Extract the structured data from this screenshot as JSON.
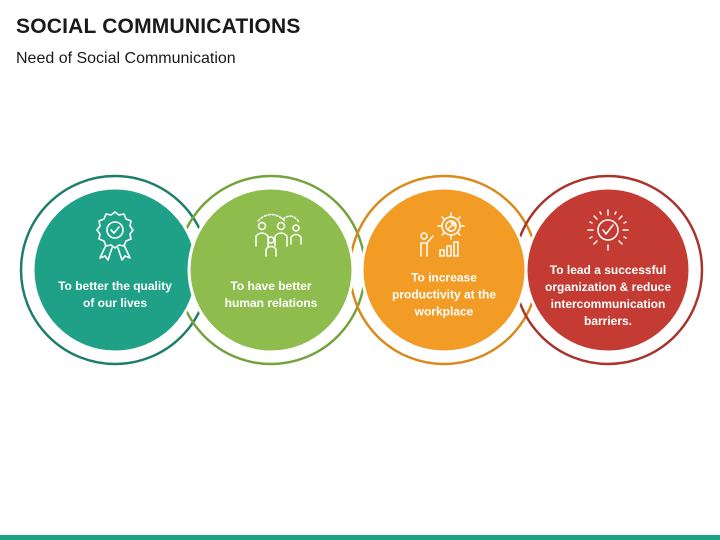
{
  "header": {
    "title": "SOCIAL COMMUNICATIONS",
    "subtitle": "Need of Social Communication"
  },
  "colors": {
    "teal": "#1fa187",
    "teal_ring": "#1d7f68",
    "green": "#8ebd4e",
    "green_ring": "#74a23c",
    "orange": "#f29b25",
    "orange_ring": "#d98a1a",
    "red": "#c33b32",
    "red_ring": "#a8342c",
    "bottom_bar": "#1fa187"
  },
  "items": [
    {
      "label": "To better the quality of our lives",
      "icon": "award-ribbon-icon"
    },
    {
      "label": "To have better human relations",
      "icon": "people-network-icon"
    },
    {
      "label": "To increase productivity at the workplace",
      "icon": "productivity-gear-icon"
    },
    {
      "label": "To lead a successful organization & reduce intercommunication barriers.",
      "icon": "success-sun-check-icon"
    }
  ]
}
